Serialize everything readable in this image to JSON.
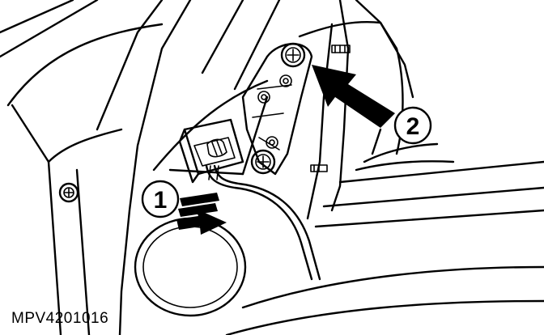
{
  "figure": {
    "reference_code": "MPV4201016",
    "callouts": [
      {
        "id": "1",
        "label": "1"
      },
      {
        "id": "2",
        "label": "2"
      }
    ],
    "colors": {
      "line": "#000000",
      "background": "#ffffff"
    }
  }
}
